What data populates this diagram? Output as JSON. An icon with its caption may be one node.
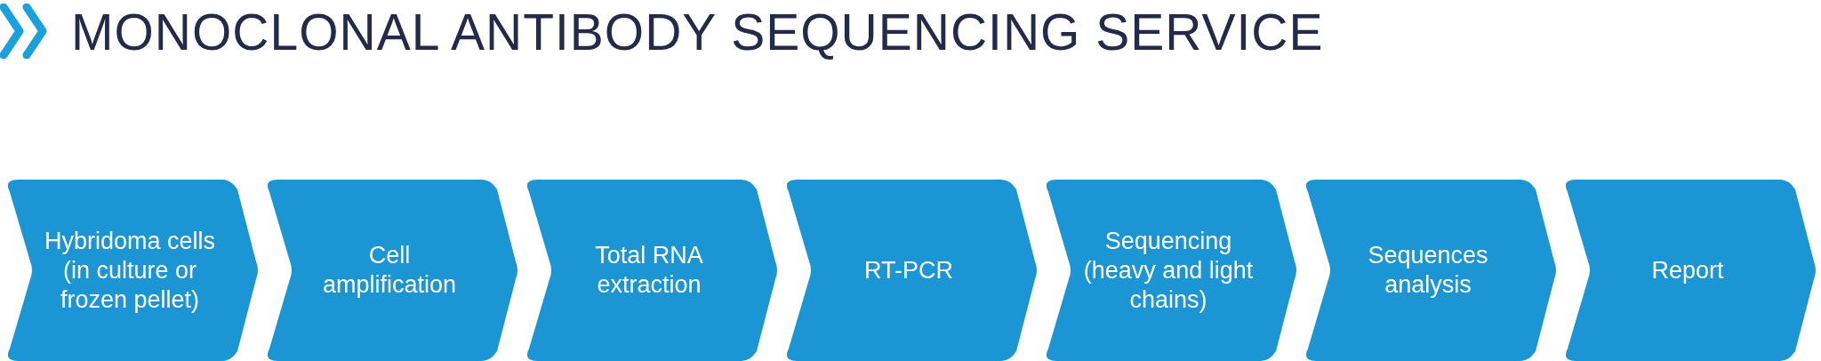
{
  "diagram": {
    "title": "MONOCLONAL ANTIBODY SEQUENCING SERVICE",
    "nodes": [
      {
        "text": [
          "Hybridoma cells (in culture or frozen pellet)"
        ]
      },
      {
        "text": [
          "Cell amplification"
        ]
      },
      {
        "text": [
          "Total RNA extraction"
        ]
      },
      {
        "text": [
          "RT-PCR"
        ]
      },
      {
        "text": [
          "Sequencing (heavy and light chains)"
        ]
      },
      {
        "text": [
          "Sequences analysis"
        ]
      },
      {
        "text": [
          "Report"
        ]
      }
    ],
    "edges": []
  }
}
